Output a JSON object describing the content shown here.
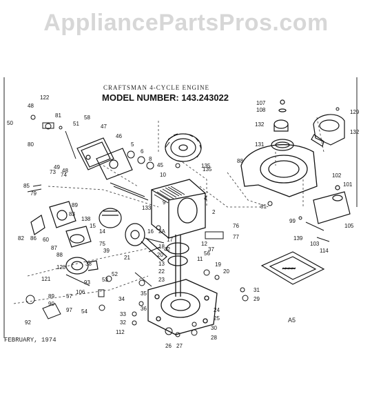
{
  "watermark": "AppliancePartsPros.com",
  "header": {
    "brand_line": "CRAFTSMAN 4-CYCLE ENGINE",
    "model_label": "MODEL NUMBER:",
    "model_number": "143.243022"
  },
  "footer": {
    "date": "FEBRUARY, 1974",
    "sheet_code": "A5"
  },
  "part_labels": [
    "122",
    "48",
    "50",
    "80",
    "81",
    "51",
    "58",
    "47",
    "46",
    "5",
    "6",
    "8",
    "10",
    "49",
    "73",
    "74",
    "48",
    "85",
    "79",
    "45",
    "135",
    "9",
    "4",
    "133",
    "2",
    "89",
    "83",
    "82",
    "86",
    "138",
    "60",
    "15",
    "14",
    "16",
    "87",
    "88",
    "120",
    "38",
    "39",
    "75",
    "121",
    "93",
    "53",
    "52",
    "89",
    "90",
    "57",
    "106",
    "54",
    "92",
    "97",
    "17",
    "18",
    "2A",
    "42",
    "21",
    "20",
    "13",
    "22",
    "23",
    "11",
    "12",
    "56",
    "37",
    "19",
    "20",
    "34",
    "35",
    "36",
    "33",
    "32",
    "112",
    "26",
    "27",
    "28",
    "30",
    "24",
    "25",
    "107",
    "108",
    "132",
    "131",
    "88",
    "129",
    "132",
    "135",
    "102",
    "101",
    "81",
    "99",
    "105",
    "103",
    "114",
    "139",
    "76",
    "77",
    "31",
    "29"
  ]
}
